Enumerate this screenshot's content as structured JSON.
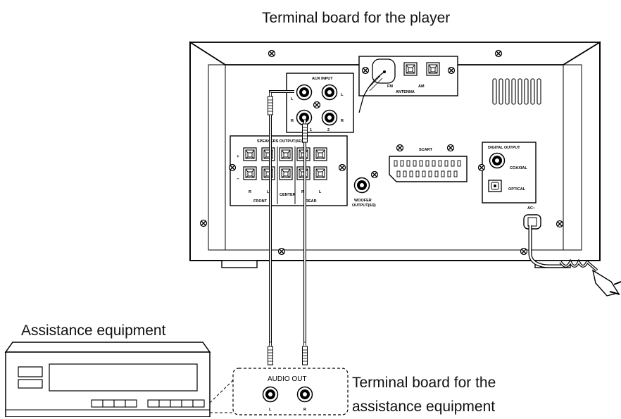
{
  "captions": {
    "player": "Terminal board for the player",
    "assistance": "Assistance equipment",
    "terminal_line1": "Terminal board for the",
    "terminal_line2": "assistance equipment"
  },
  "panel_labels": {
    "aux_input": "AUX INPUT",
    "aux_l_left": "L",
    "aux_l_right": "L",
    "aux_r_left": "R",
    "aux_r_right": "R",
    "aux_1": "1",
    "aux_2": "2",
    "fm": "FM",
    "am": "AM",
    "antenna": "ANTENNA",
    "speakers_output": "SPEAKERS OUTPUT(6Ω)",
    "plus": "+",
    "minus": "−",
    "front_r": "R",
    "front_l": "L",
    "center": "CENTER",
    "rear_r": "R",
    "rear_l": "L",
    "front": "FRONT",
    "rear": "REAR",
    "woofer_1": "WOOFER",
    "woofer_2": "OUTPUT(6Ω)",
    "scart": "SCART",
    "digital_output": "DIGITAL OUTPUT",
    "coaxial": "COAXIAL",
    "optical": "OPTICAL",
    "ac": "AC~"
  },
  "audio_out": {
    "title": "AUDIO OUT",
    "left": "L",
    "right": "R"
  }
}
